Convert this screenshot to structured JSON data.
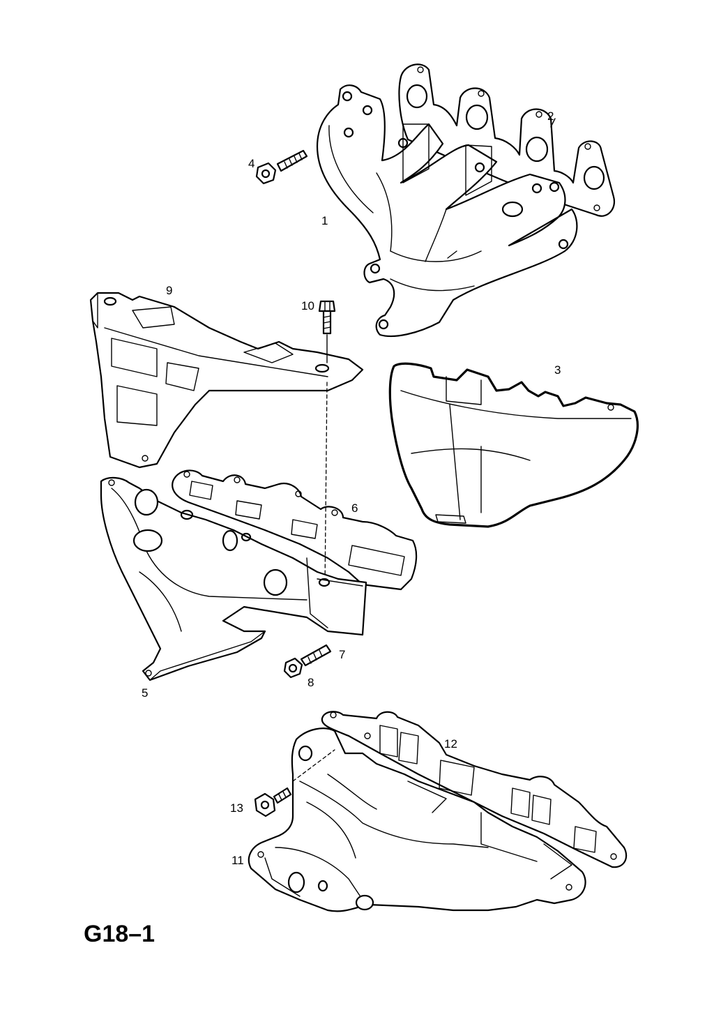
{
  "diagram": {
    "figure_code": "G18–1",
    "parts": [
      {
        "number": "1"
      },
      {
        "number": "2"
      },
      {
        "number": "3"
      },
      {
        "number": "4"
      },
      {
        "number": "5"
      },
      {
        "number": "6"
      },
      {
        "number": "7"
      },
      {
        "number": "8"
      },
      {
        "number": "9"
      },
      {
        "number": "10"
      },
      {
        "number": "11"
      },
      {
        "number": "12"
      },
      {
        "number": "13"
      }
    ]
  }
}
